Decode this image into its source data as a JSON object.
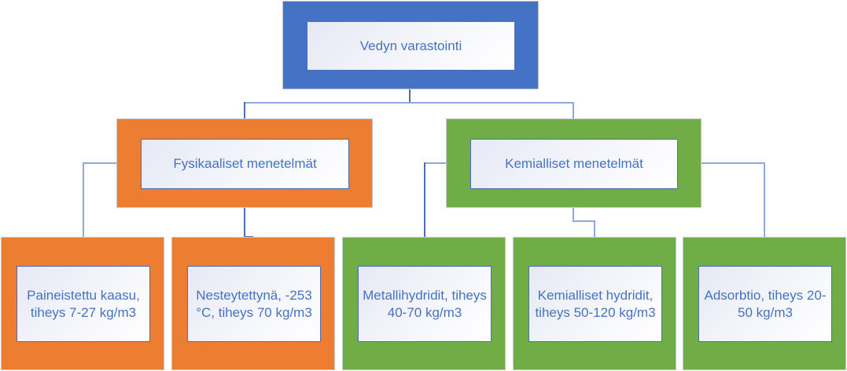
{
  "colors": {
    "root": "#4472c4",
    "physical": "#ed7d31",
    "chemical": "#70ad47",
    "text": "#4472c4",
    "connector": "#8eaadb"
  },
  "root": {
    "label": "Vedyn varastointi"
  },
  "categories": [
    {
      "label": "Fysikaaliset menetelmät",
      "children": [
        {
          "label": "Paineistettu kaasu, tiheys 7-27 kg/m3"
        },
        {
          "label": "Nesteytettynä, -253 °C, tiheys 70 kg/m3"
        }
      ]
    },
    {
      "label": "Kemialliset menetelmät",
      "children": [
        {
          "label": "Metallihydridit, tiheys 40-70 kg/m3"
        },
        {
          "label": "Kemialliset hydridit, tiheys 50-120 kg/m3"
        },
        {
          "label": "Adsorbtio, tiheys 20-50 kg/m3"
        }
      ]
    }
  ]
}
